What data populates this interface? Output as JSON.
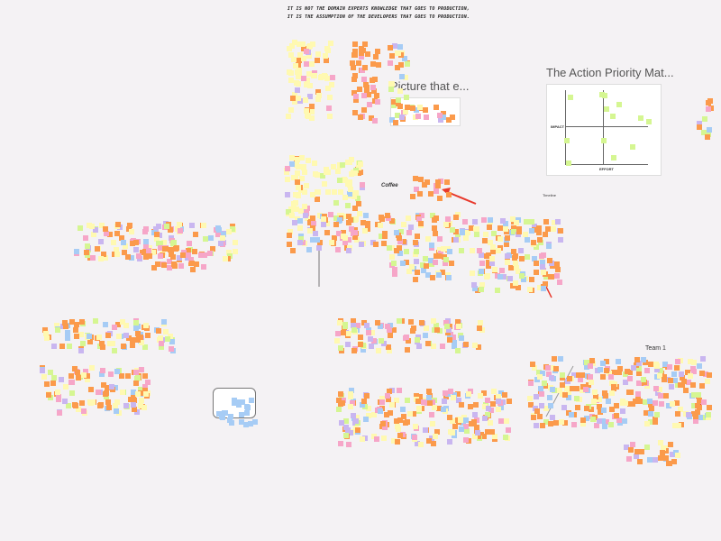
{
  "board": {
    "quote_line1": "It is not the domain experts knowledge that goes to production,",
    "quote_line2": "it is the assumption of the developers that goes to production.",
    "picture_frame_title": "Picture that e...",
    "matrix": {
      "title": "The Action Priority Mat...",
      "y_axis_label": "IMPACT",
      "x_axis_label": "EFFORT"
    },
    "coffee_label": "Coffee",
    "timeline_label": "Timeline",
    "team_label": "Team 1"
  },
  "colors": {
    "background": "#f4f2f4",
    "orange": "#fb9a4b",
    "yellow": "#fff9b1",
    "pink": "#f6a6c8",
    "green": "#d5f692",
    "blue": "#a6ccf5",
    "purple": "#c9b6f0",
    "arrow": "#e8392c"
  }
}
